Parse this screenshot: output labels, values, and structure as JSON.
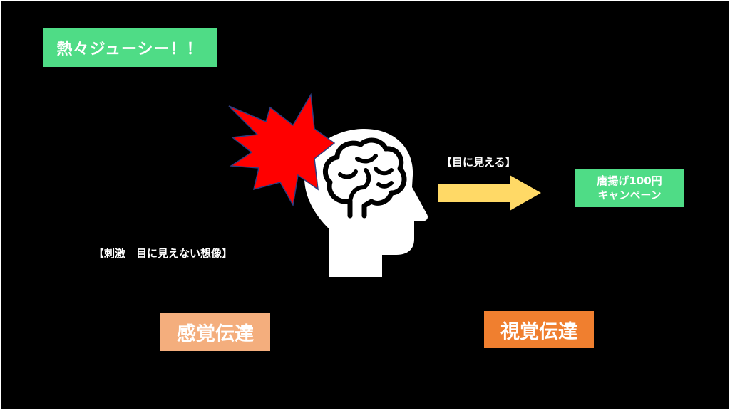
{
  "title_badge": "熱々ジューシー！！",
  "label_visible": "【目に見える】",
  "campaign": {
    "line1": "唐揚げ100円",
    "line2": "キャンペーン"
  },
  "label_stimulus": "【刺激　目に見えない想像】",
  "sensory_transmission": "感覚伝達",
  "visual_transmission": "視覚伝達",
  "colors": {
    "background": "#000000",
    "badge_green": "#4fdc86",
    "burst_red": "#ff0000",
    "arrow_yellow": "#ffd966",
    "sensory_peach": "#f4ae7d",
    "visual_orange": "#f07f2f"
  },
  "icons": {
    "head": "head-brain-icon",
    "burst": "explosion-burst-icon",
    "arrow": "right-arrow-icon"
  }
}
